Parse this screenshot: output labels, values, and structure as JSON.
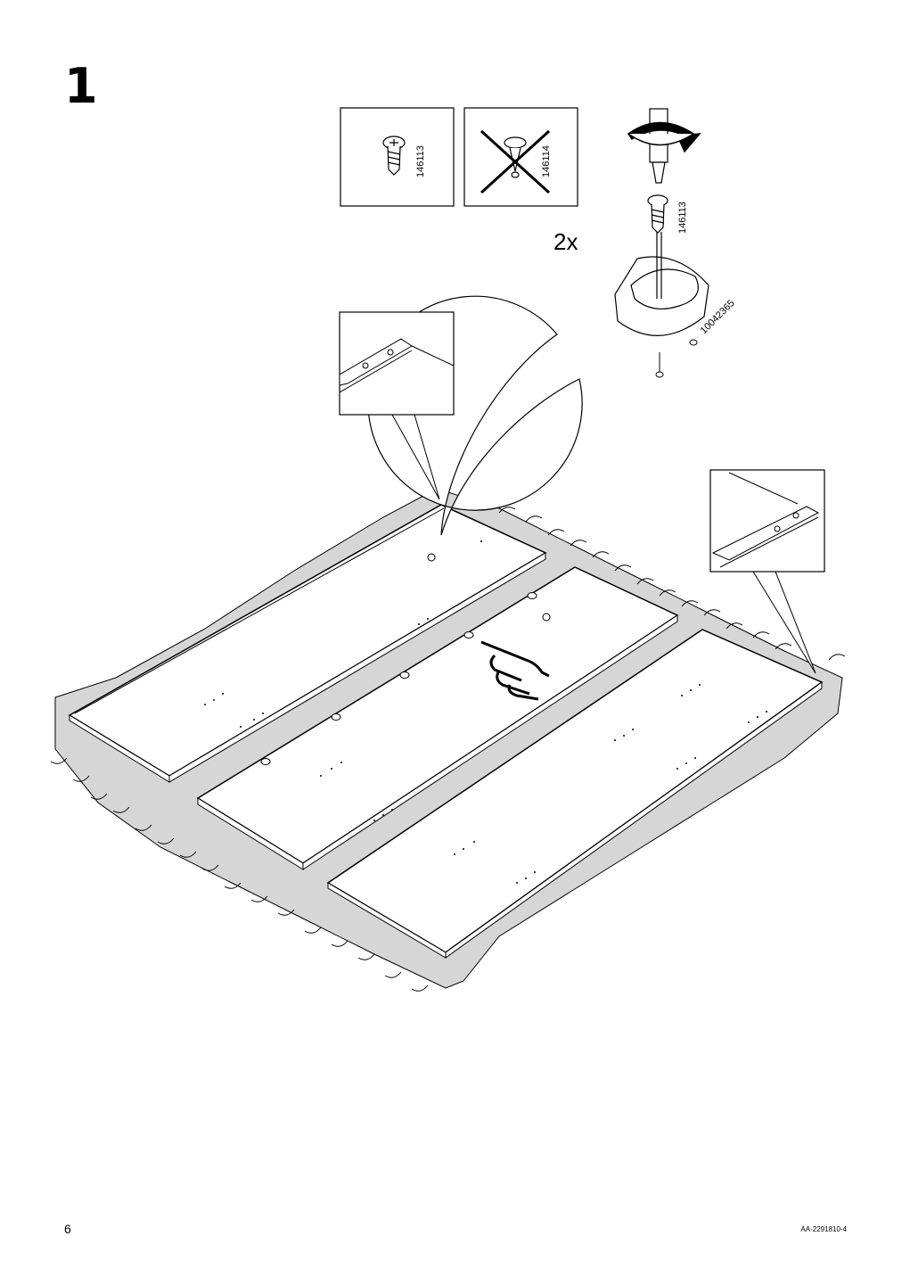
{
  "step": {
    "number": "1"
  },
  "hardware": {
    "screw_ok": {
      "part_no": "146113"
    },
    "screw_wrong": {
      "part_no": "146114"
    },
    "detail_screw": {
      "part_no": "146113"
    },
    "fitting": {
      "part_no": "10042365"
    },
    "quantity": "2x"
  },
  "footer": {
    "page_number": "6",
    "doc_code": "AA-2291810-4"
  },
  "icons": [
    "screw-icon",
    "crossed-screw-icon",
    "screwdriver-icon",
    "rotate-arrow-icon",
    "pointing-hand-icon"
  ]
}
